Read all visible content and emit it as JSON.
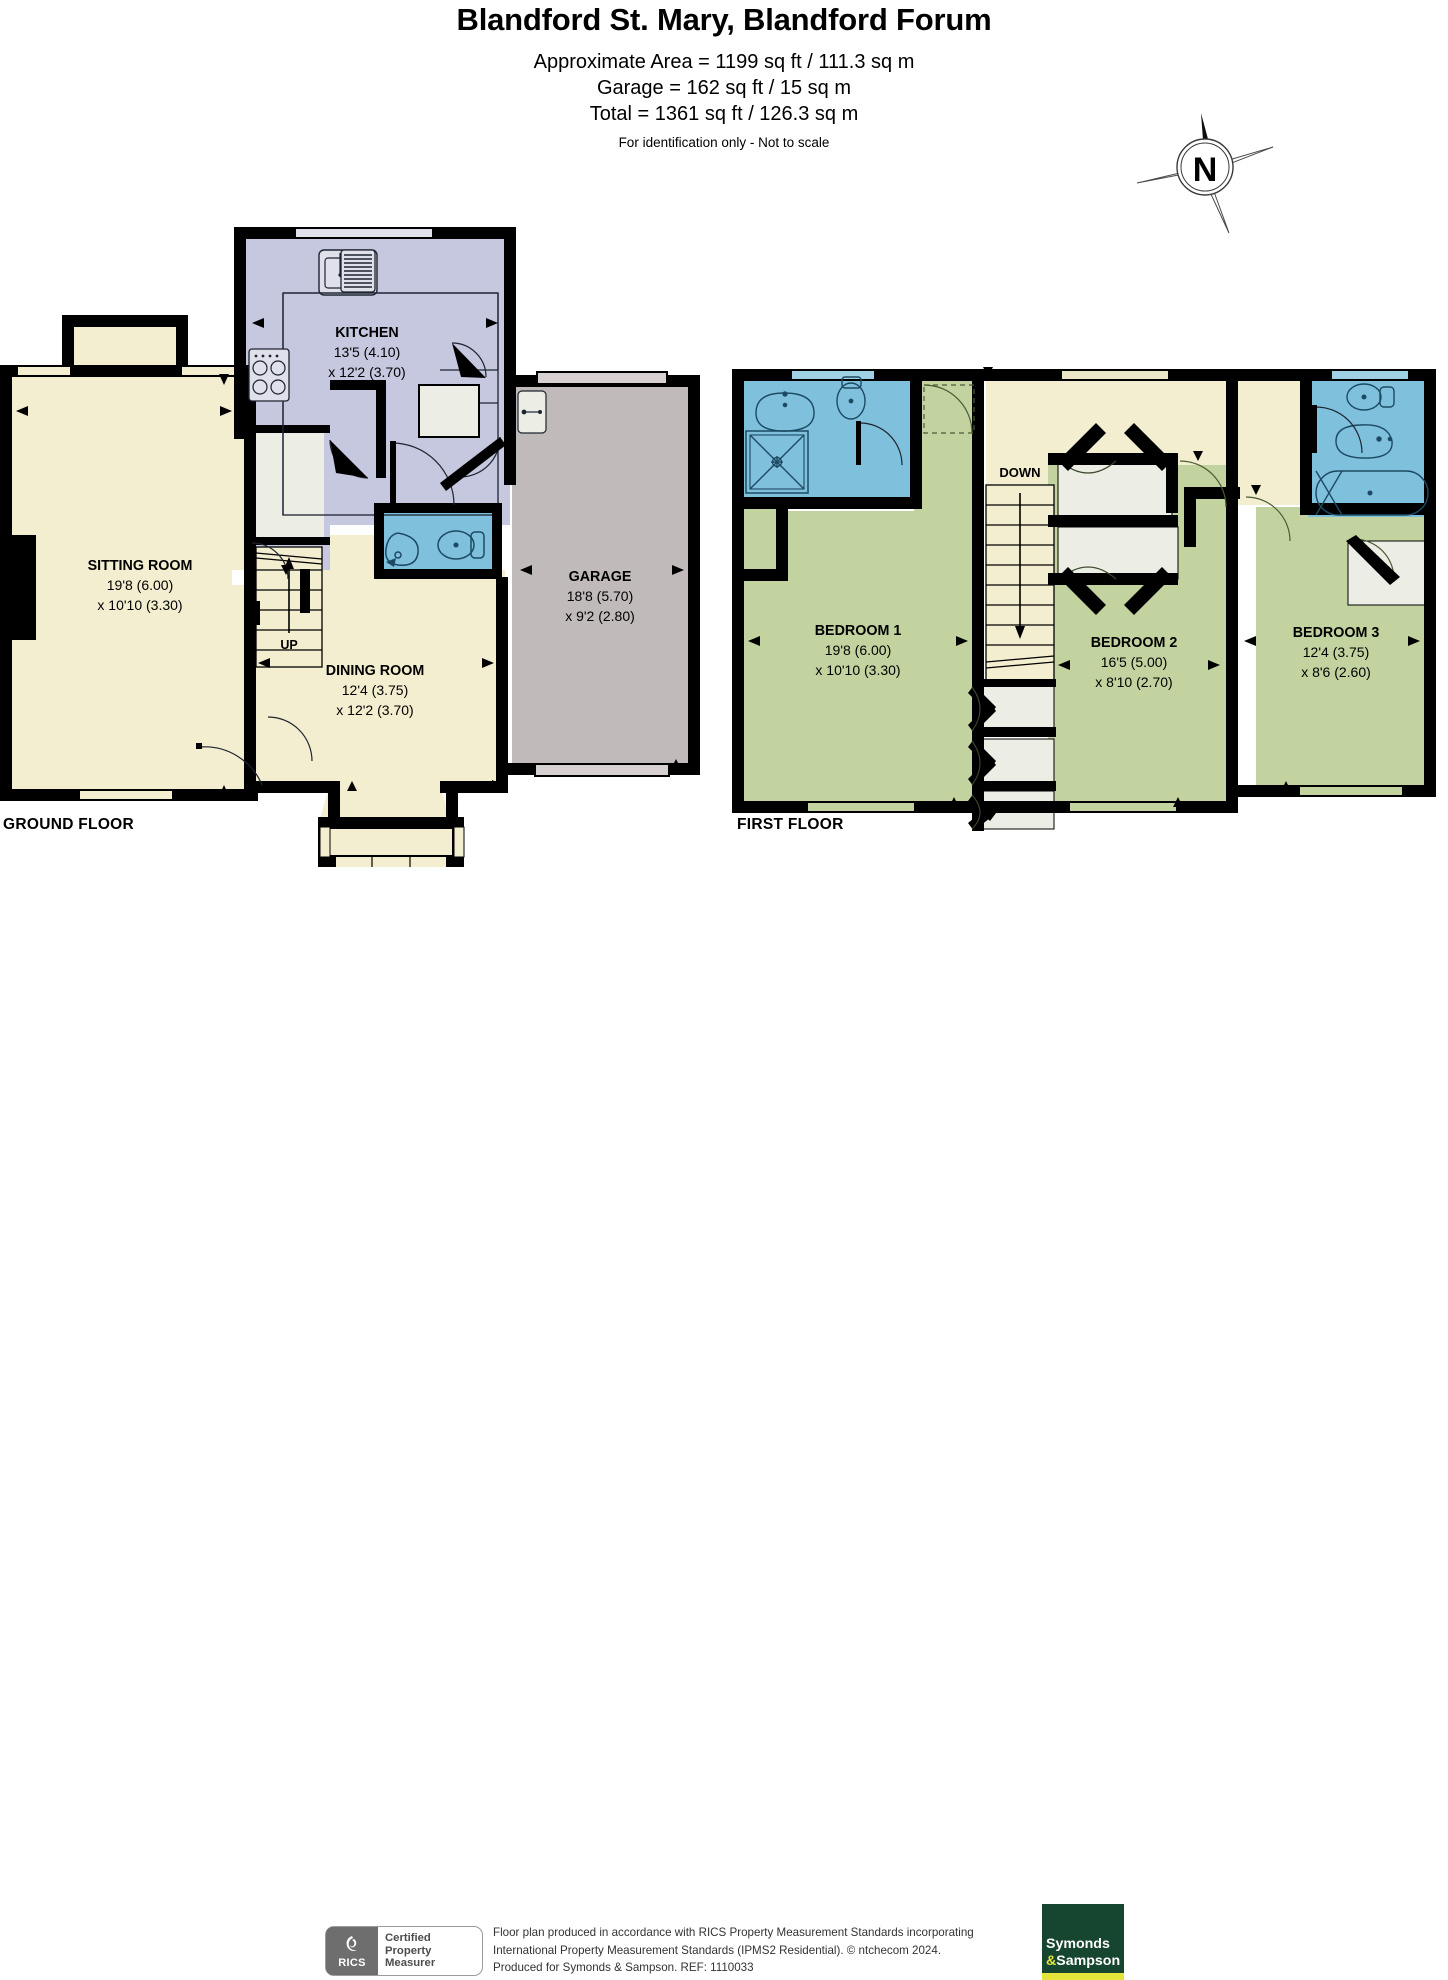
{
  "header": {
    "title": "Blandford St. Mary, Blandford Forum",
    "approx_area": "Approximate Area = 1199 sq ft / 111.3 sq m",
    "garage_area": "Garage = 162 sq ft / 15 sq m",
    "total_area": "Total = 1361 sq ft / 126.3 sq m",
    "notice": "For identification only - Not to scale"
  },
  "compass": {
    "north_label": "N"
  },
  "floors": [
    {
      "id": "ground",
      "label": "GROUND FLOOR"
    },
    {
      "id": "first",
      "label": "FIRST FLOOR"
    }
  ],
  "ground_floor": {
    "label": "GROUND FLOOR",
    "rooms": [
      {
        "name": "SITTING ROOM",
        "dim1": "19'8 (6.00)",
        "dim2": "x 10'10 (3.30)",
        "color": "#f3eecf"
      },
      {
        "name": "KITCHEN",
        "dim1": "13'5 (4.10)",
        "dim2": "x 12'2 (3.70)",
        "color": "#c5c8de"
      },
      {
        "name": "DINING ROOM",
        "dim1": "12'4 (3.75)",
        "dim2": "x 12'2 (3.70)",
        "color": "#f3eecf"
      },
      {
        "name": "GARAGE",
        "dim1": "18'8 (5.70)",
        "dim2": "x 9'2 (2.80)",
        "color": "#c1babb"
      }
    ],
    "stair_label": "UP"
  },
  "first_floor": {
    "label": "FIRST FLOOR",
    "rooms": [
      {
        "name": "BEDROOM 1",
        "dim1": "19'8 (6.00)",
        "dim2": "x 10'10 (3.30)",
        "color": "#c2d3a0"
      },
      {
        "name": "BEDROOM 2",
        "dim1": "16'5 (5.00)",
        "dim2": "x 8'10 (2.70)",
        "color": "#c2d3a0"
      },
      {
        "name": "BEDROOM 3",
        "dim1": "12'4 (3.75)",
        "dim2": "x 8'6 (2.60)",
        "color": "#c2d3a0"
      }
    ],
    "stair_label": "DOWN"
  },
  "footer": {
    "rics_mark": "RICS",
    "rics_line1": "Certified",
    "rics_line2": "Property",
    "rics_line3": "Measurer",
    "disclaimer_line1": "Floor plan produced in accordance with RICS Property Measurement Standards incorporating",
    "disclaimer_line2": "International Property Measurement Standards (IPMS2 Residential).   © ntchecom 2024.",
    "disclaimer_line3": "Produced for Symonds & Sampson.   REF:  1110033",
    "agent_name_line1": "Symonds",
    "agent_amp": "&",
    "agent_name_line2": "Sampson"
  },
  "colors": {
    "wall": "#000000",
    "cream": "#f3eecf",
    "lavender": "#c5c8de",
    "green": "#c2d3a0",
    "blue": "#7fc0dc",
    "grey": "#c1babb",
    "fixture": "#eceee6",
    "agent_green": "#174630",
    "agent_yellow": "#e3e53c"
  }
}
